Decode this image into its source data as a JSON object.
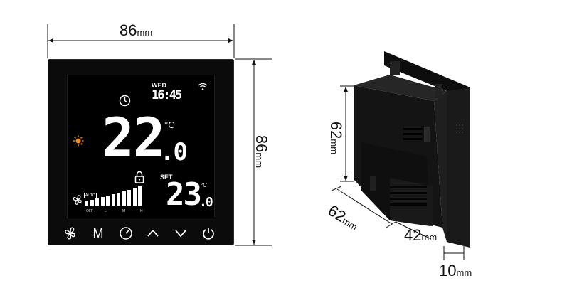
{
  "dimensions": {
    "front_width": {
      "value": "86",
      "unit": "mm"
    },
    "front_height": {
      "value": "86",
      "unit": "mm"
    },
    "side_height": {
      "value": "62",
      "unit": "mm"
    },
    "side_width": {
      "value": "62",
      "unit": "mm"
    },
    "depth": {
      "value": "42",
      "unit": "mm"
    },
    "plate": {
      "value": "10",
      "unit": "mm"
    }
  },
  "display": {
    "day": "WED",
    "time": "16:45",
    "room_temp_int": "22",
    "room_temp_dec": ".0",
    "room_unit": "°C",
    "set_label": "SET",
    "set_temp_int": "23",
    "set_temp_dec": ".0",
    "set_unit": "°C",
    "fan_mode": "AUTO",
    "fan_levels": [
      "OFF",
      "L",
      "M",
      "H"
    ],
    "fan_level_fraction": 1.0
  },
  "buttons": [
    "fan-icon",
    "M",
    "clock-icon",
    "up-arrow-icon",
    "down-arrow-icon",
    "power-icon"
  ],
  "colors": {
    "sun": "#f08a1c",
    "panel": "#0b0b0b",
    "screen": "#000000"
  }
}
